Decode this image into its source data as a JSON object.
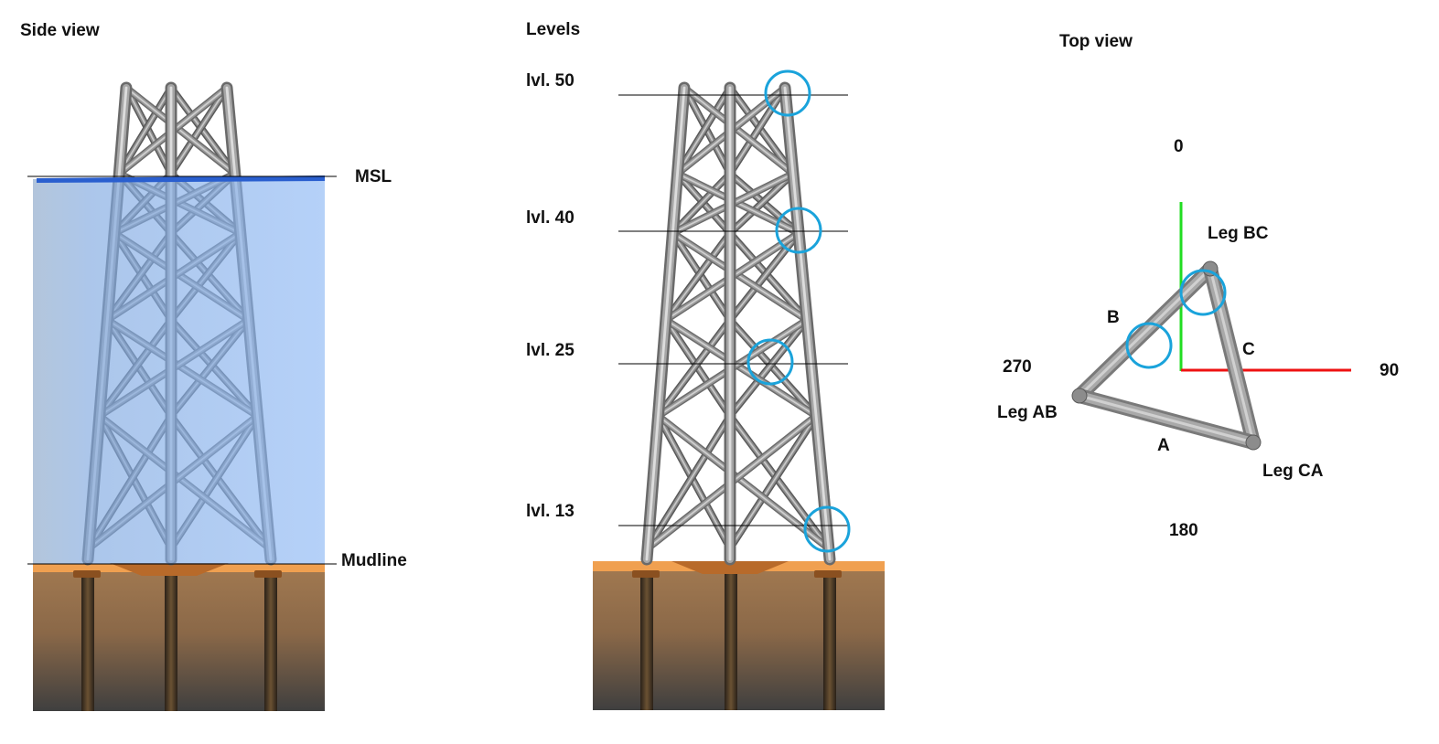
{
  "side_view": {
    "title": "Side view",
    "msl_label": "MSL",
    "mudline_label": "Mudline"
  },
  "levels_view": {
    "title": "Levels",
    "levels": [
      "lvl. 50",
      "lvl. 40",
      "lvl. 25",
      "lvl. 13"
    ]
  },
  "top_view": {
    "title": "Top view",
    "headings": {
      "north": "0",
      "east": "90",
      "south": "180",
      "west": "270"
    },
    "legs": {
      "ab": "Leg AB",
      "bc": "Leg BC",
      "ca": "Leg CA"
    },
    "faces": {
      "a": "A",
      "b": "B",
      "c": "C"
    }
  },
  "colors": {
    "water": "#7fb0f2",
    "mudline_band": "#f0a050",
    "soil_top": "#a07850",
    "soil_bottom": "#3f3f3f",
    "highlight_circle": "#1aa3db",
    "axis_north": "#22dd22",
    "axis_east": "#ee1111",
    "steel": "#b8b8b8"
  }
}
